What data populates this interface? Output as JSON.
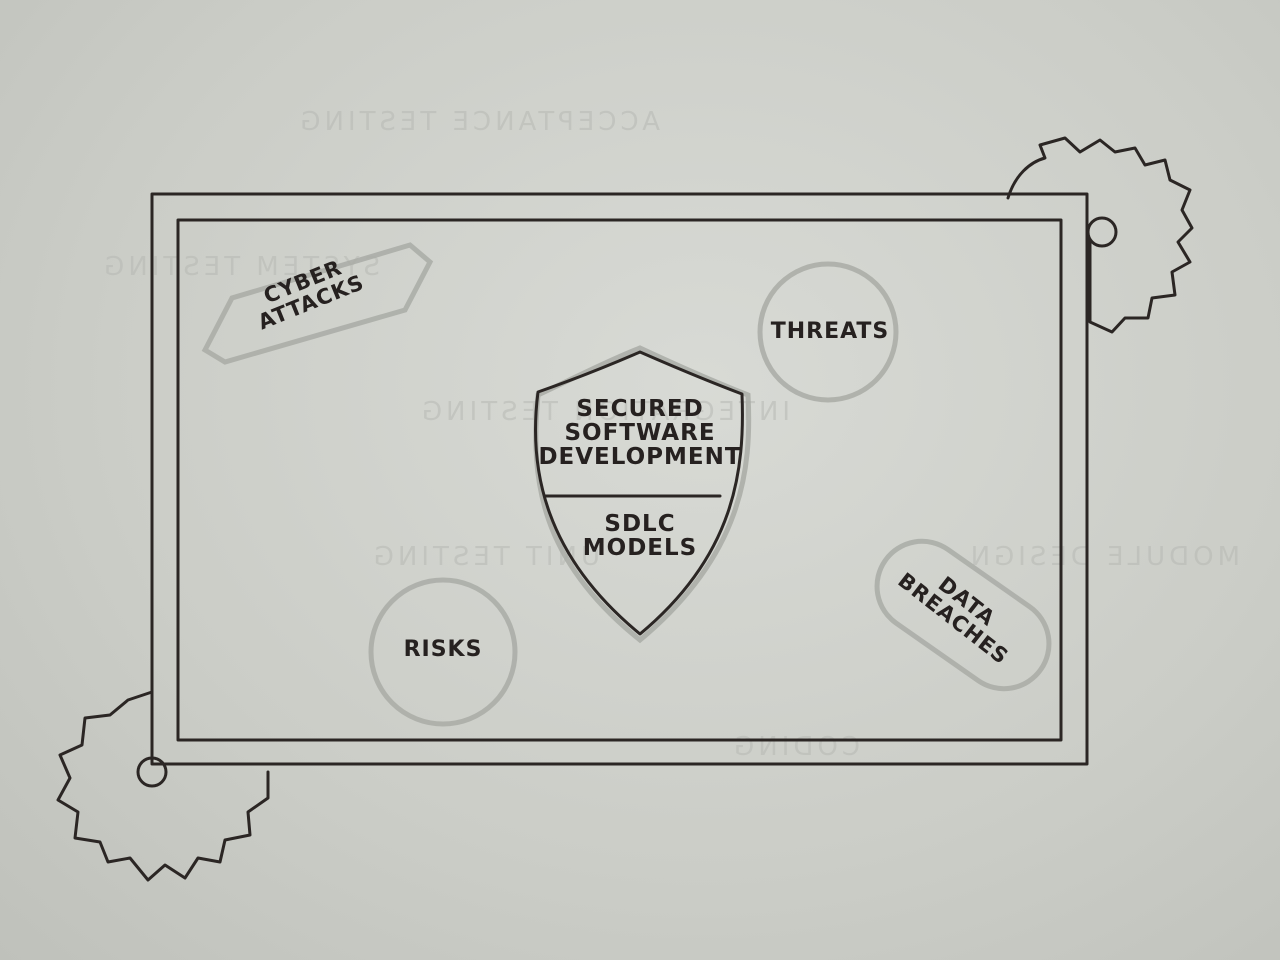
{
  "center": {
    "title": "SECURED\nSOFTWARE\nDEVELOPMENT",
    "subtitle": "SDLC\nMODELS"
  },
  "topics": {
    "cyber_attacks": "CYBER\nATTACKS",
    "threats": "THREATS",
    "risks": "RISKS",
    "data_breaches": "DATA\nBREACHES"
  },
  "colors": {
    "paper": "#cfd1cc",
    "ink": "#2b2624",
    "pencil": "#a9aba6"
  }
}
